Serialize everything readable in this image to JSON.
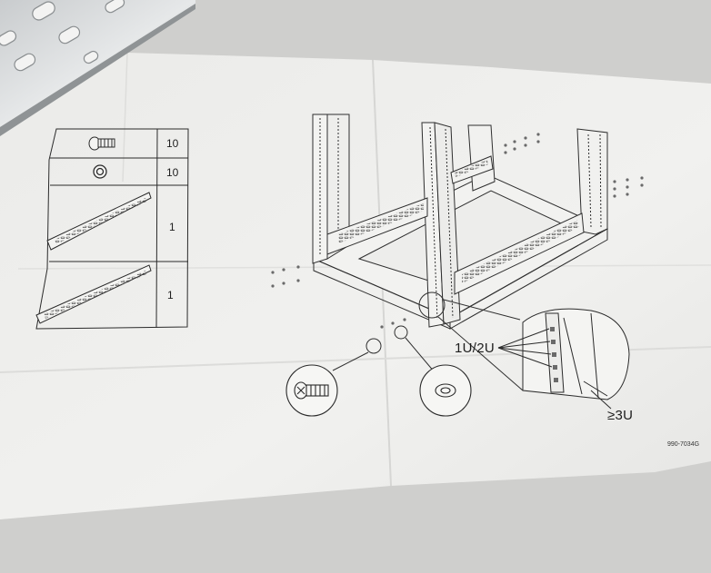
{
  "photo": {
    "background_color": "#cfcfcd",
    "sheet_color": "#ededeb",
    "line_color": "#2a2a2a"
  },
  "parts_list": {
    "items": [
      {
        "part": "screw-icon",
        "quantity": "10"
      },
      {
        "part": "washer-icon",
        "quantity": "10"
      },
      {
        "part": "rail-icon",
        "quantity": "1"
      },
      {
        "part": "rail-icon",
        "quantity": "1"
      }
    ]
  },
  "diagram": {
    "callout_small": "1U/2U",
    "callout_large": "≥3U",
    "part_number": "990-7034G"
  }
}
